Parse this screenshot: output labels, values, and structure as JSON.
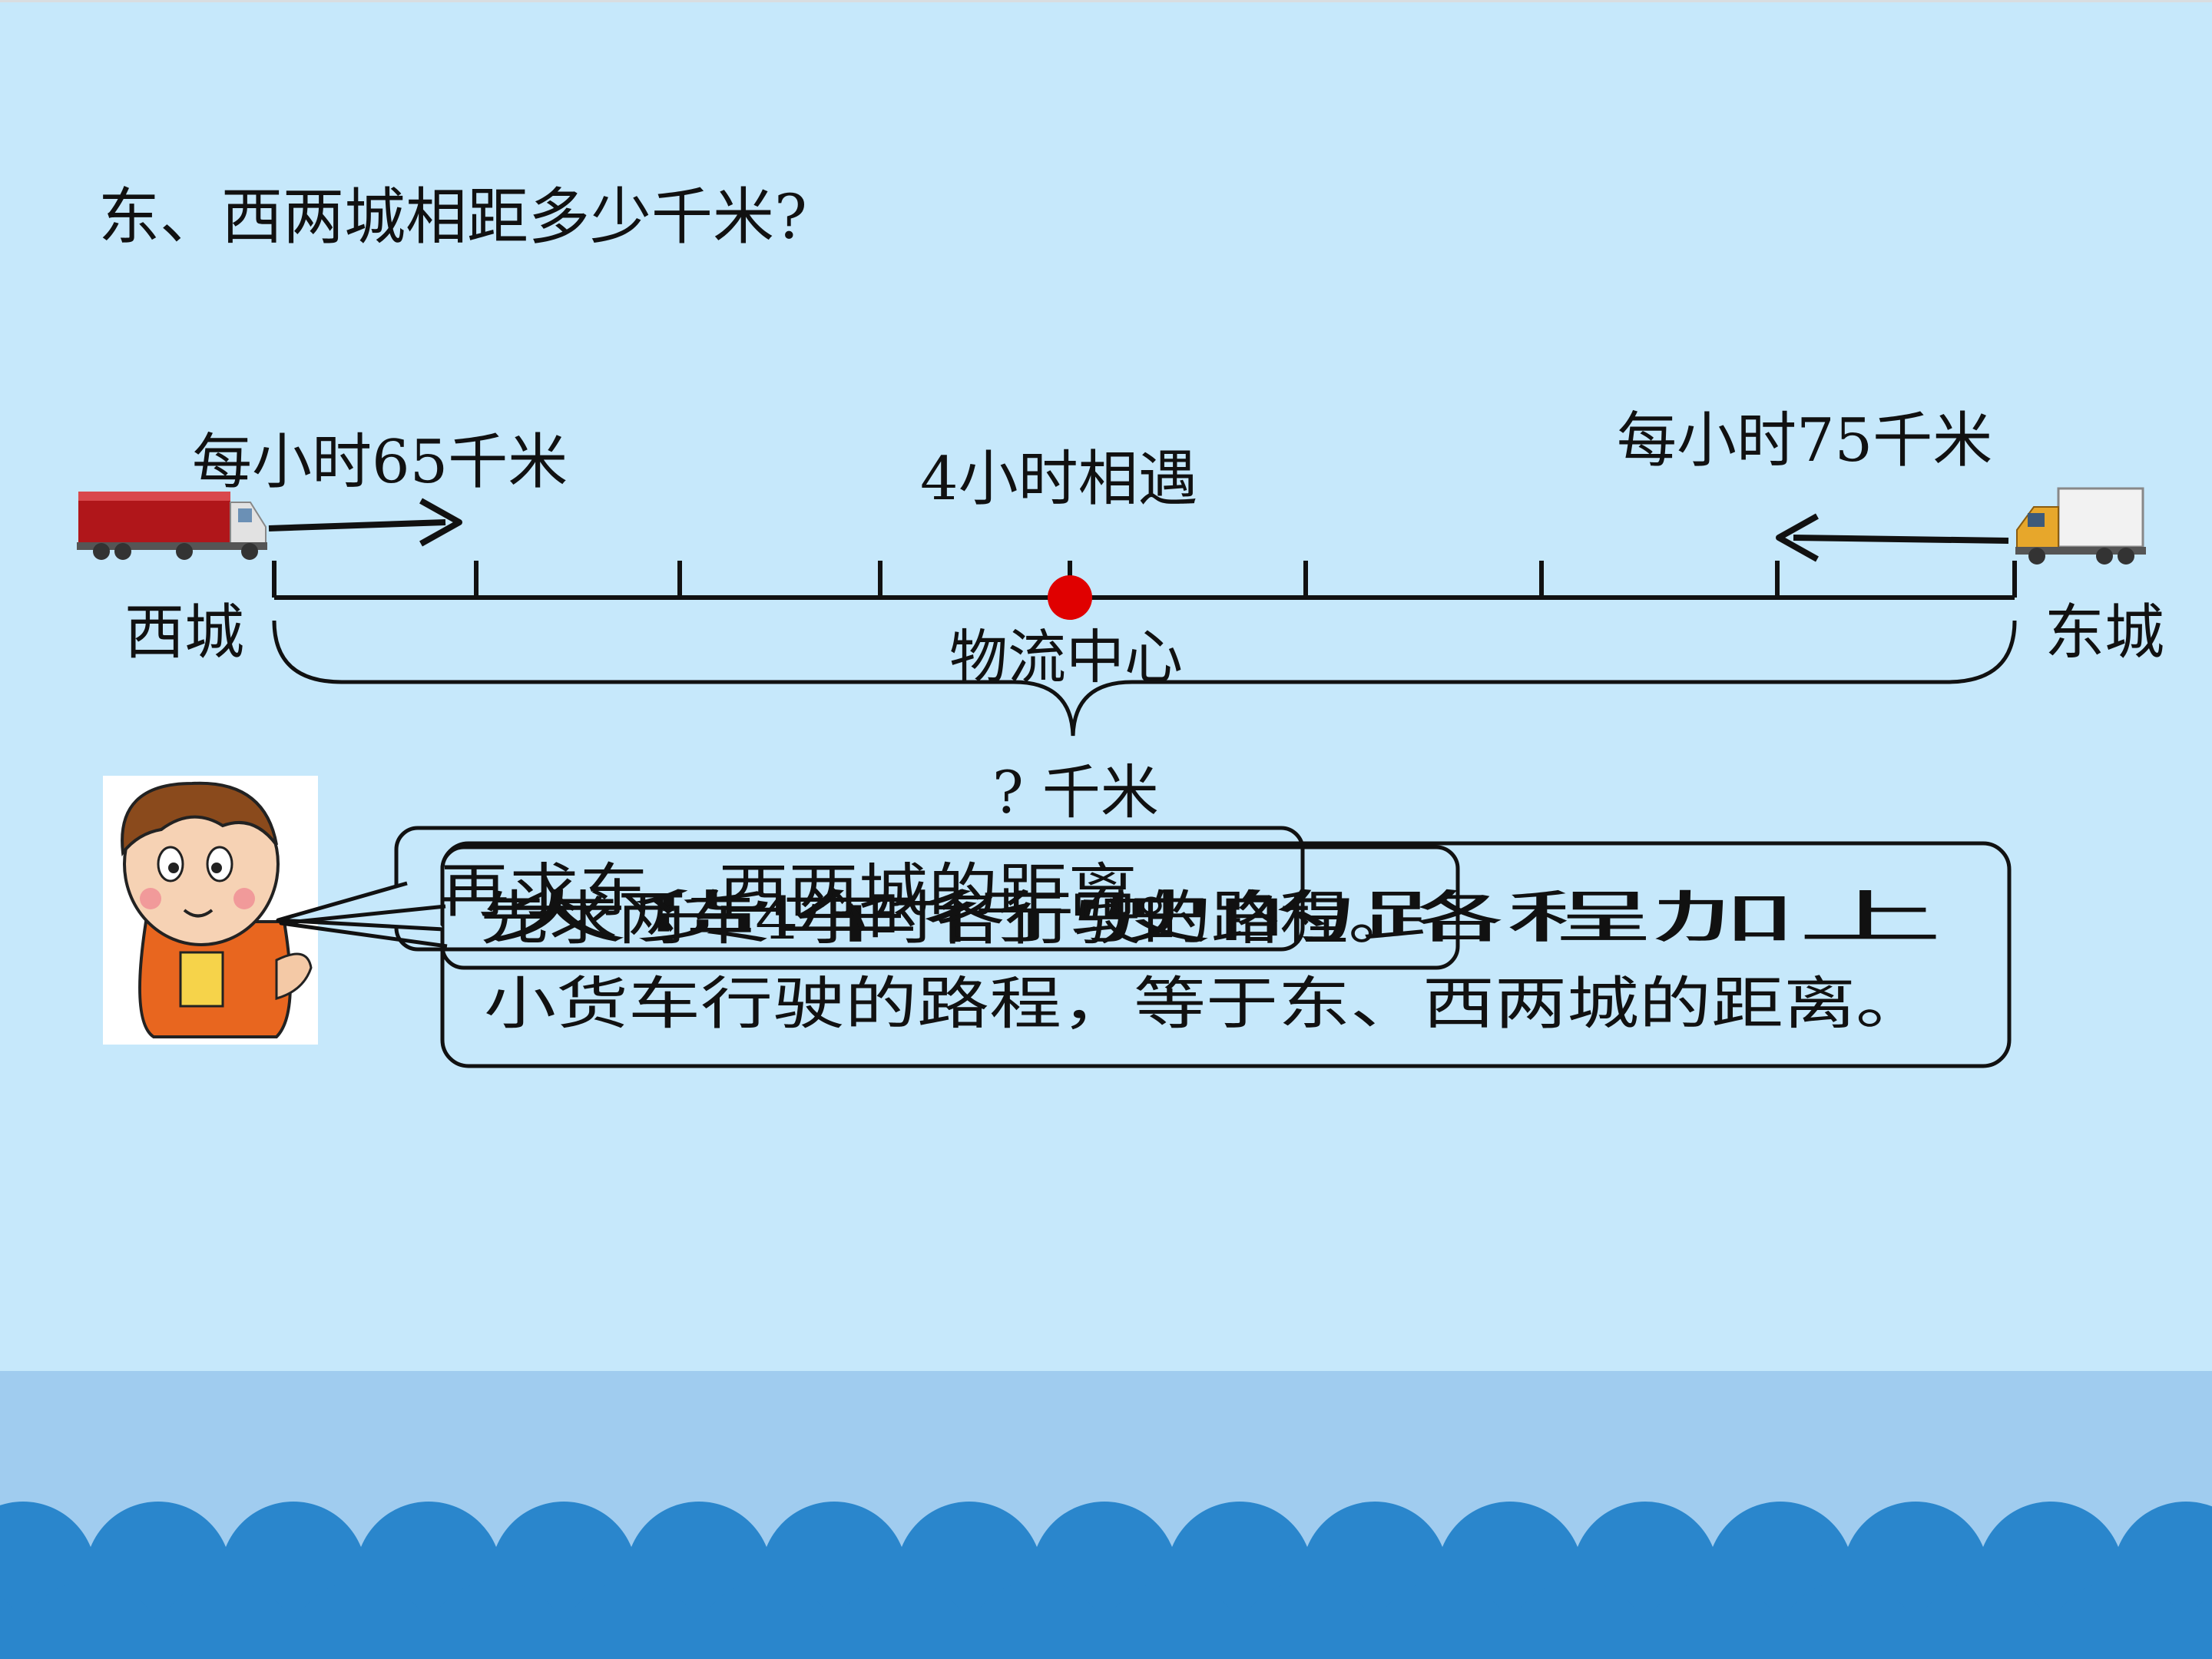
{
  "question": "东、西两城相距多少千米?",
  "west_speed": "每小时65千米",
  "east_speed": "每小时75千米",
  "meet_time": "4小时相遇",
  "west_city": "西城",
  "east_city": "东城",
  "center": "物流中心",
  "total": "? 千米",
  "bubble_1": "再求东、西两城的距离。",
  "bubble_2": "先求两车4小时各行驶的路程。",
  "bubble_3_line1": "大货车行驶的路程加上",
  "bubble_3_line2": "小货车行驶的路程，等于东、西两城的距离。",
  "colors": {
    "background": "#c6e8fb",
    "band": "#a0ccef",
    "waves": "#2a86cc",
    "meeting_point": "#e00000"
  }
}
